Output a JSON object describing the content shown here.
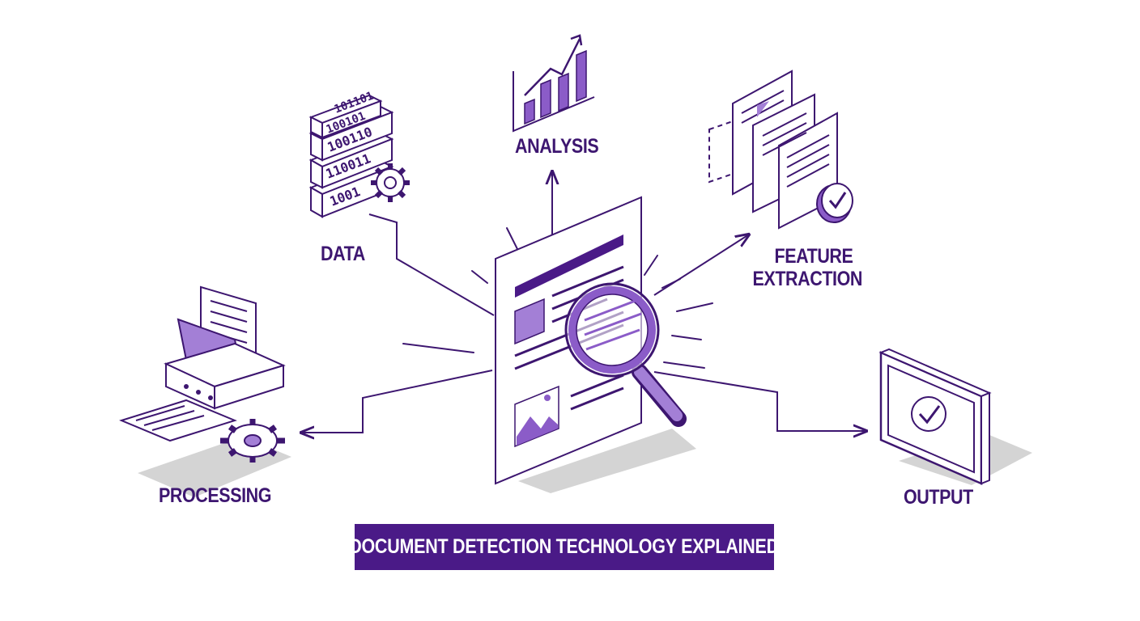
{
  "diagram": {
    "title": "DOCUMENT DETECTION TECHNOLOGY EXPLAINED",
    "nodes": {
      "data": {
        "label": "DATA",
        "binary_rows": [
          "101101",
          "100101",
          "100110",
          "110011",
          "1001"
        ]
      },
      "analysis": {
        "label": "ANALYSIS"
      },
      "feature_extraction": {
        "label_line1": "FEATURE",
        "label_line2": "EXTRACTION"
      },
      "processing": {
        "label": "PROCESSING"
      },
      "output": {
        "label": "OUTPUT"
      }
    },
    "center": {
      "icon": "document-with-magnifier"
    }
  },
  "colors": {
    "primary": "#4a1a87",
    "stroke": "#3d1670",
    "fill_light": "#a37fd6",
    "fill_mid": "#8b5cc8",
    "shadow": "#d4d4d4",
    "background": "#ffffff"
  }
}
